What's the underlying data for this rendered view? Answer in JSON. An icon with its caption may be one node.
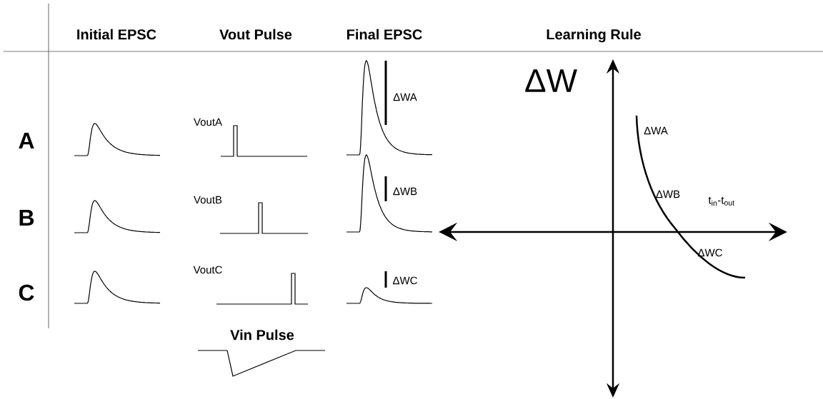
{
  "diagram": {
    "labels": [
      "Initial EPSC",
      "Vout Pulse",
      "Final EPSC",
      "Learning Rule",
      "A",
      "B",
      "C",
      "VoutA",
      "VoutB",
      "VoutC",
      "ΔWA",
      "ΔWB",
      "ΔWC",
      "Vin Pulse",
      "ΔW",
      "ΔWA",
      "ΔWB",
      "t$_{in}$-t$_{out}$",
      "ΔWC"
    ]
  }
}
